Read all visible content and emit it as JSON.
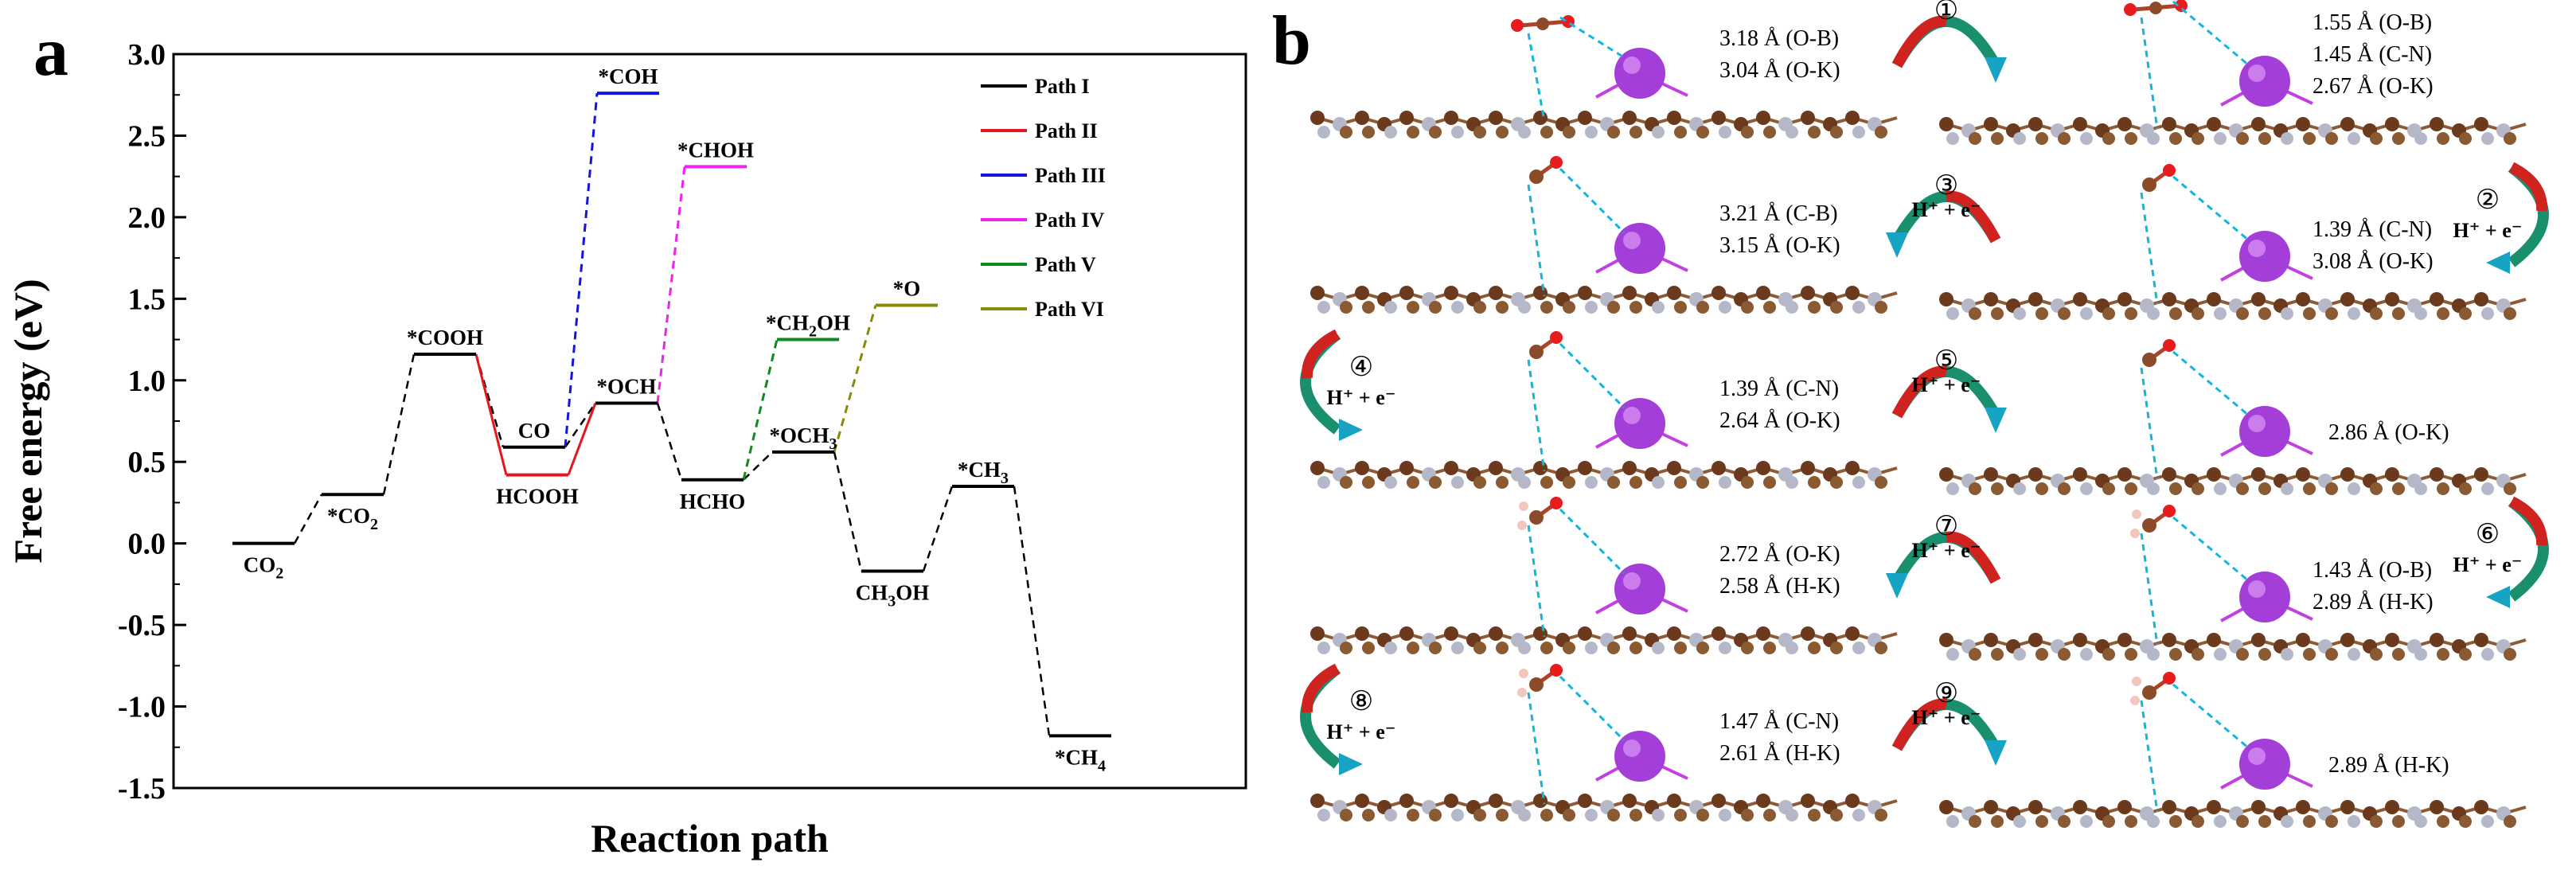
{
  "figure": {
    "panel_a_label": "a",
    "panel_b_label": "b"
  },
  "chart_data": {
    "type": "line",
    "subtype": "free-energy-diagram",
    "xlabel": "Reaction path",
    "ylabel": "Free energy (eV)",
    "ylim": [
      -1.5,
      3.0
    ],
    "yticks": [
      "3.0",
      "2.5",
      "2.0",
      "1.5",
      "1.0",
      "0.5",
      "0.0",
      "-0.5",
      "-1.0",
      "-1.5"
    ],
    "grid": false,
    "legend_position": "top-right",
    "series": [
      {
        "name": "Path I",
        "color": "#000000",
        "levels": [
          {
            "label": "CO2",
            "y": 0.0,
            "label_pos": "below"
          },
          {
            "label": "*CO2",
            "y": 0.3,
            "label_pos": "below"
          },
          {
            "label": "*COOH",
            "y": 1.16,
            "label_pos": "above"
          },
          {
            "label": "CO",
            "y": 0.59,
            "label_pos": "above"
          },
          {
            "label": "*OCH",
            "y": 0.86,
            "label_pos": "above"
          },
          {
            "label": "HCHO",
            "y": 0.39,
            "label_pos": "below"
          },
          {
            "label": "*OCH3",
            "y": 0.56,
            "label_pos": "above"
          },
          {
            "label": "CH3OH",
            "y": -0.17,
            "label_pos": "below"
          },
          {
            "label": "*CH3",
            "y": 0.35,
            "label_pos": "above"
          },
          {
            "label": "*CH4",
            "y": -1.18,
            "label_pos": "below"
          }
        ]
      },
      {
        "name": "Path II",
        "color": "#e8141b",
        "levels": [
          {
            "label": "HCOOH",
            "y": 0.42,
            "label_pos": "below"
          }
        ]
      },
      {
        "name": "Path III",
        "color": "#1414e0",
        "levels": [
          {
            "label": "*COH",
            "y": 2.76,
            "label_pos": "above"
          }
        ]
      },
      {
        "name": "Path IV",
        "color": "#ee22ee",
        "levels": [
          {
            "label": "*CHOH",
            "y": 2.31,
            "label_pos": "above"
          }
        ]
      },
      {
        "name": "Path V",
        "color": "#0f8a1e",
        "levels": [
          {
            "label": "*CH2OH",
            "y": 1.25,
            "label_pos": "above"
          }
        ]
      },
      {
        "name": "Path VI",
        "color": "#8a8a0a",
        "levels": [
          {
            "label": "*O",
            "y": 1.46,
            "label_pos": "above"
          }
        ]
      }
    ]
  },
  "panel_b": {
    "steps": [
      {
        "number": "①",
        "hydrogenation": "",
        "distances": [
          "3.18 Å (O-B)",
          "3.04 Å (O-K)"
        ],
        "result_distances": [
          "1.55 Å (O-B)",
          "1.45 Å (C-N)",
          "2.67 Å (O-K)"
        ]
      },
      {
        "number": "②",
        "hydrogenation": "H⁺ + e⁻"
      },
      {
        "number": "③",
        "hydrogenation": "H⁺ + e⁻",
        "distances": [
          "3.21 Å (C-B)",
          "3.15 Å (O-K)"
        ],
        "result_distances": [
          "1.39 Å (C-N)",
          "3.08 Å (O-K)"
        ]
      },
      {
        "number": "④",
        "hydrogenation": "H⁺ + e⁻"
      },
      {
        "number": "⑤",
        "hydrogenation": "H⁺ + e⁻",
        "distances": [
          "1.39 Å (C-N)",
          "2.64 Å (O-K)"
        ],
        "result_distances": [
          "2.86 Å (O-K)"
        ]
      },
      {
        "number": "⑥",
        "hydrogenation": "H⁺ + e⁻"
      },
      {
        "number": "⑦",
        "hydrogenation": "H⁺ + e⁻",
        "distances": [
          "2.72 Å (O-K)",
          "2.58 Å (H-K)"
        ],
        "result_distances": [
          "1.43 Å (O-B)",
          "2.89 Å (H-K)"
        ]
      },
      {
        "number": "⑧",
        "hydrogenation": "H⁺ + e⁻"
      },
      {
        "number": "⑨",
        "hydrogenation": "H⁺ + e⁻",
        "distances": [
          "1.47 Å (C-N)",
          "2.61 Å (H-K)"
        ],
        "result_distances": [
          "2.89 Å (H-K)"
        ]
      }
    ]
  }
}
